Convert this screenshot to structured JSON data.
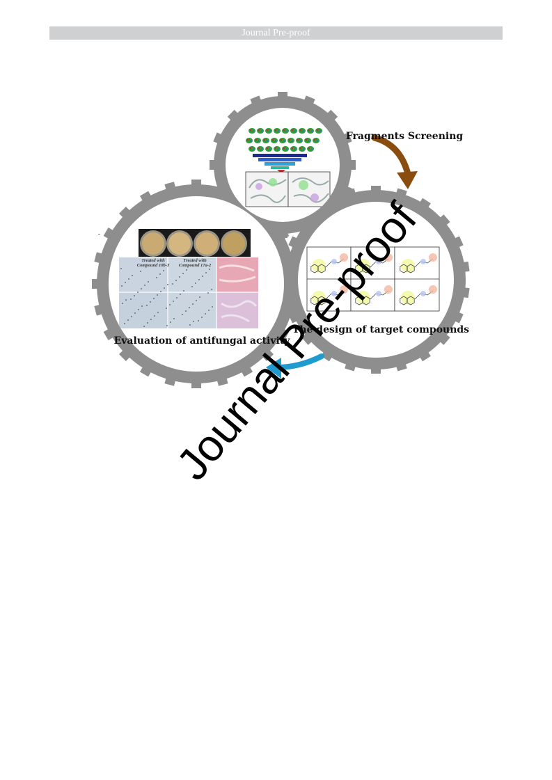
{
  "header": {
    "text": "Journal Pre-proof"
  },
  "graphical_abstract": {
    "fragments_label": "Fragments Screening",
    "design_label": "The design of target compounds",
    "evaluation_label": "Evaluation of antifungal activity",
    "petri_cells": [
      {
        "label": "Treated with",
        "sub": "Compound 10b-3"
      },
      {
        "label": "Treated with",
        "sub": "Compound 17a-2"
      }
    ],
    "colors": {
      "gear": "#8e8e8e",
      "arrow_brown": "#8a4d10",
      "arrow_blue": "#1f9bd0",
      "funnel": [
        "#1a2c8f",
        "#2a5fd6",
        "#2fa0d8",
        "#2fb7a0",
        "#d02a2a"
      ]
    },
    "icons": [
      "gear-icon",
      "curved-arrow-icon",
      "funnel-icon",
      "molecule-icon",
      "petri-dish-icon"
    ]
  },
  "watermark": {
    "text": "Journal Pre-proof"
  }
}
